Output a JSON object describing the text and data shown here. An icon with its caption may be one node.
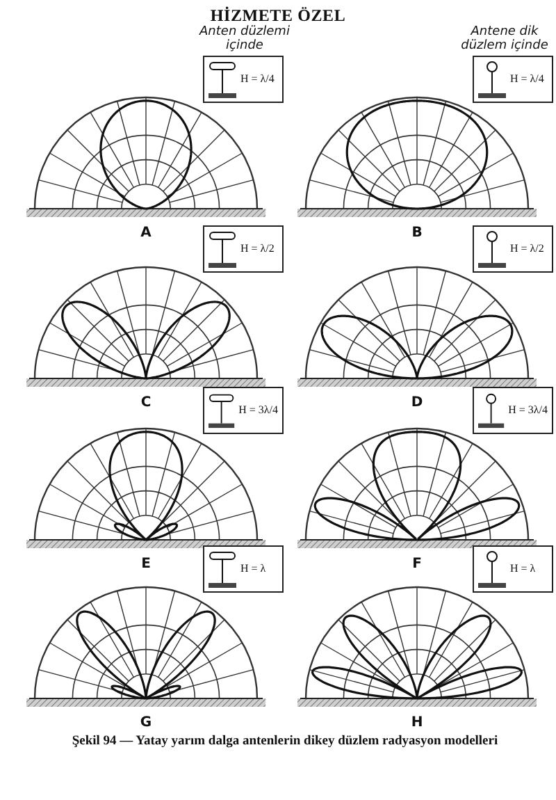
{
  "diagram": {
    "title": "HİZMETE ÖZEL",
    "nodes": [
      {
        "text": [
          "H = λ/4"
        ]
      },
      {
        "text": [
          "H = λ/4"
        ]
      },
      {
        "text": [
          "H = λ/2"
        ]
      },
      {
        "text": [
          "H = λ/2"
        ]
      },
      {
        "text": [
          "H = 3λ/4"
        ]
      },
      {
        "text": [
          "H = 3λ/4"
        ]
      },
      {
        "text": [
          "H = λ"
        ]
      },
      {
        "text": [
          "H = λ"
        ]
      }
    ],
    "edges": [],
    "labels": [
      "Anten düzlemi içinde",
      "Antene dik düzlem içinde",
      "A",
      "B",
      "C",
      "D",
      "E",
      "F",
      "G",
      "H"
    ],
    "caption": "Şekil 94 — Yatay yarım dalga antenlerin dikey düzlem radyasyon modelleri"
  }
}
